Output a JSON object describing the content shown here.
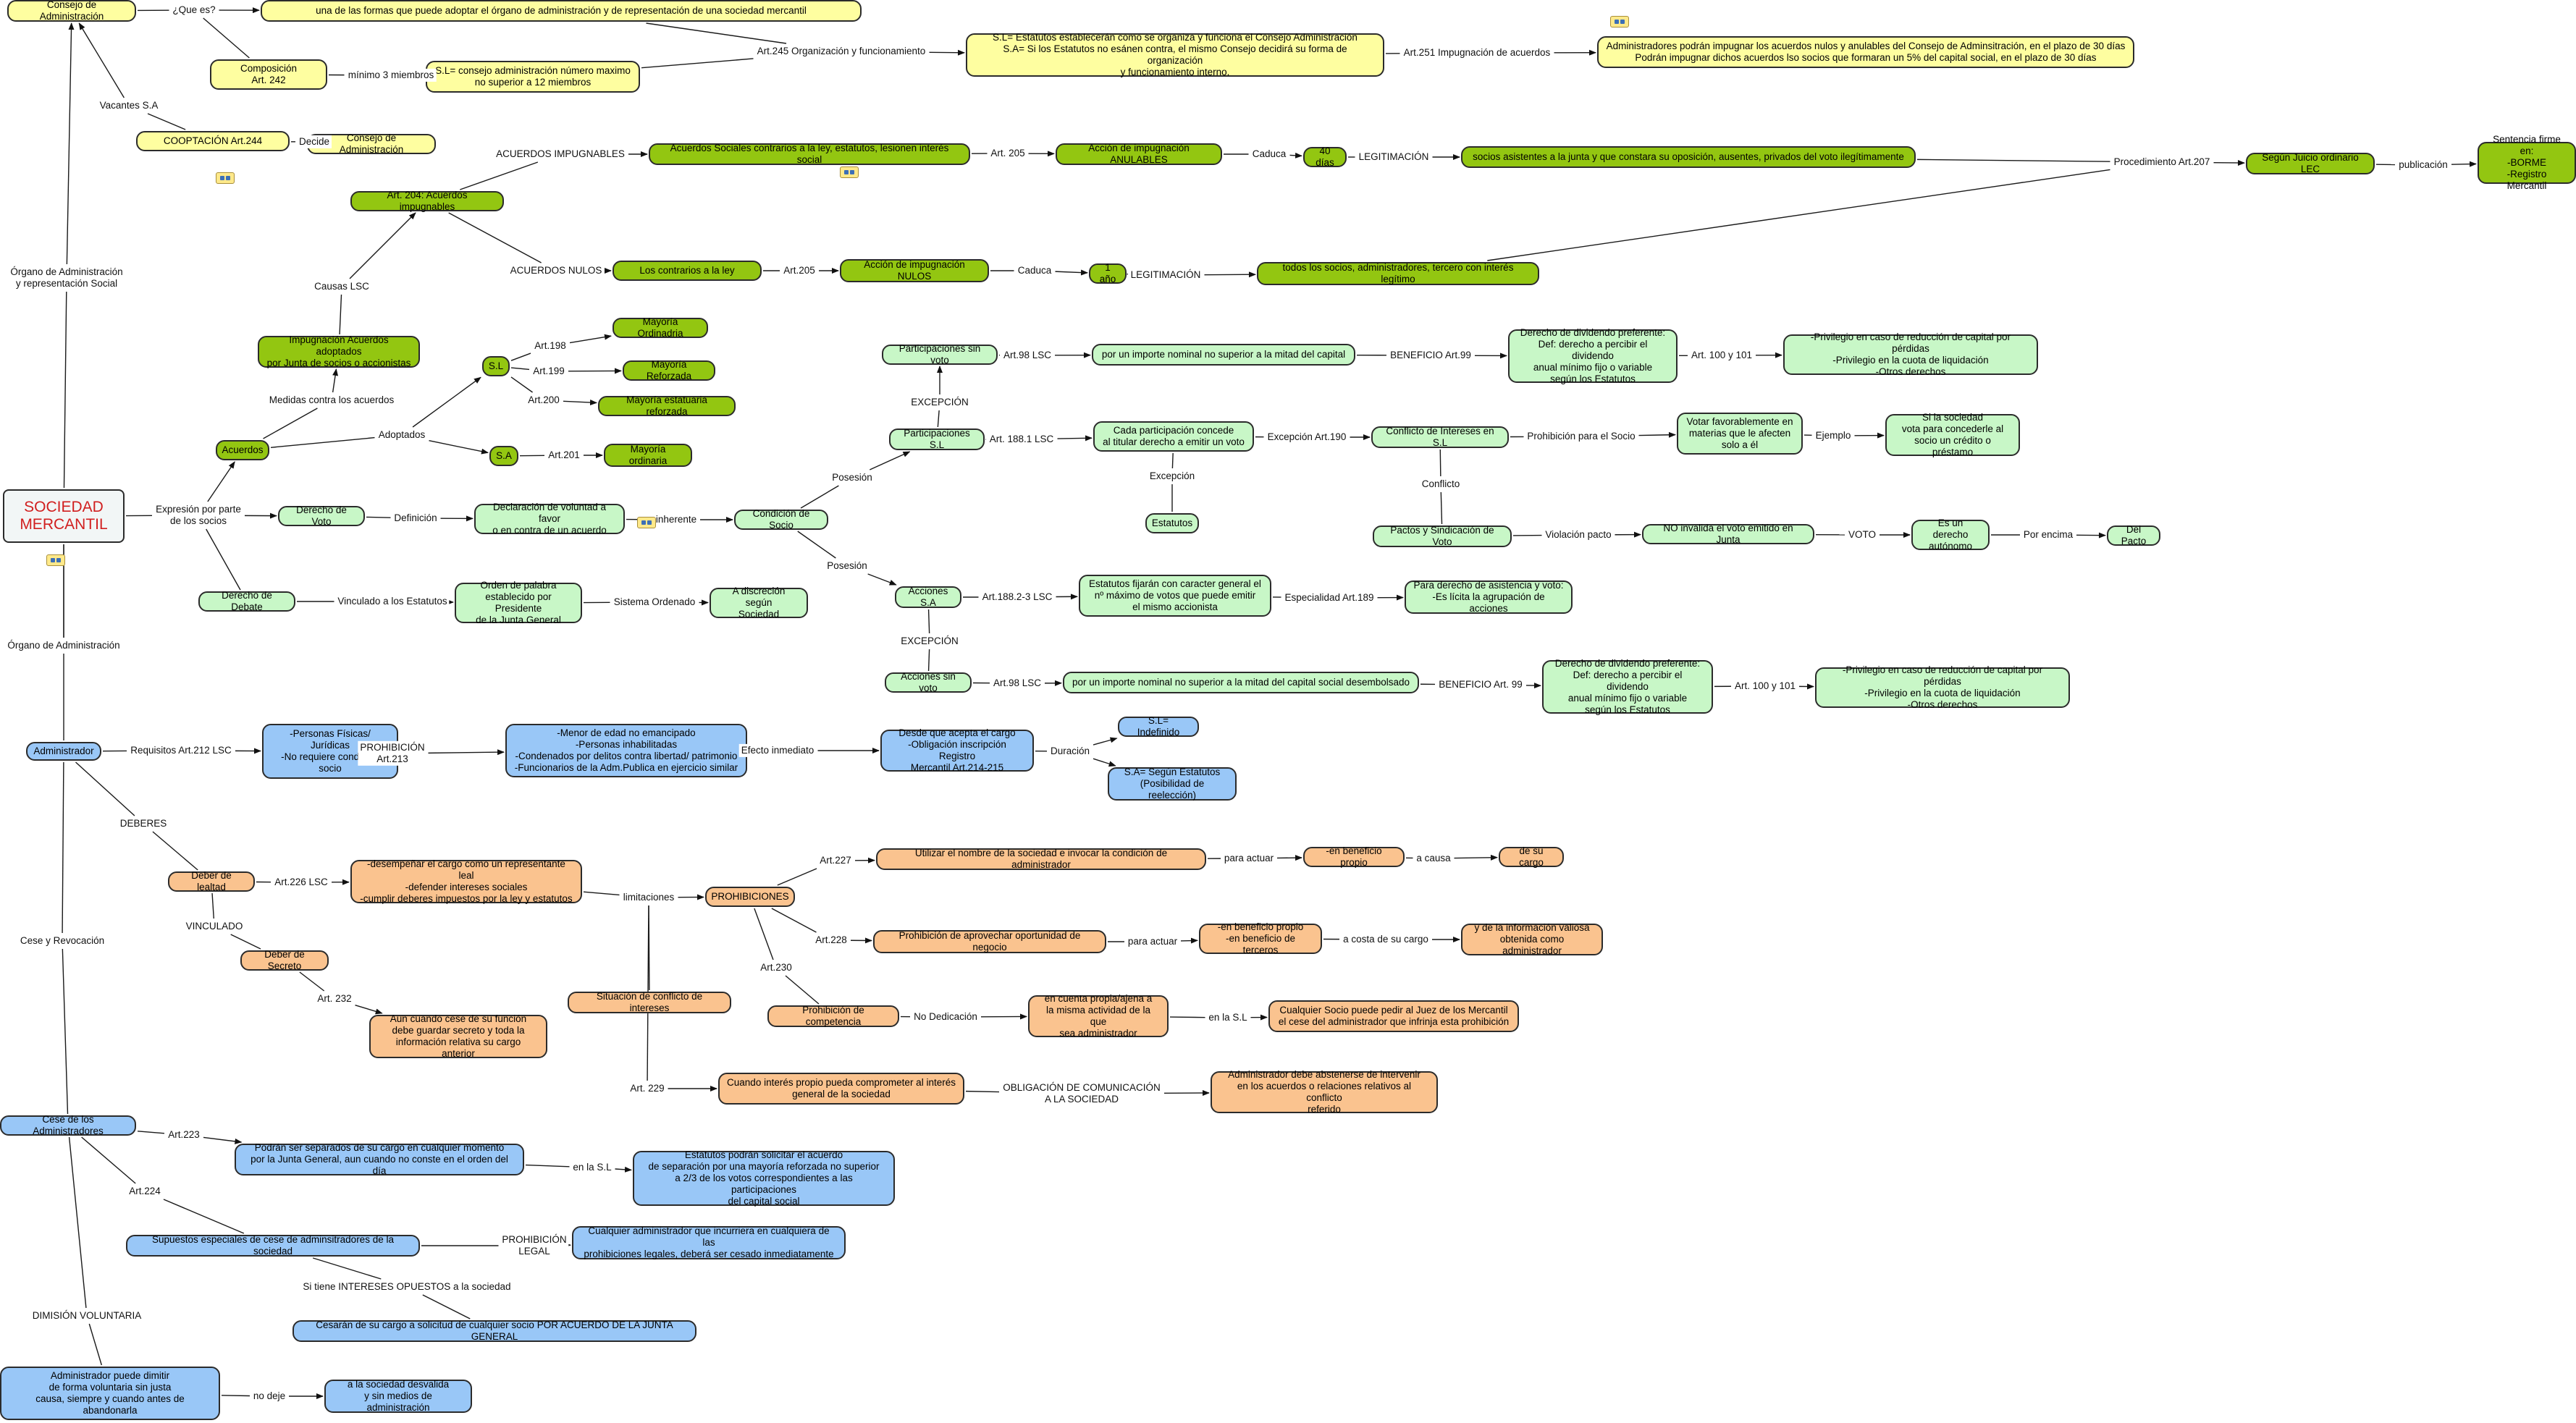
{
  "colors": {
    "yellow": "#fefea0",
    "green_dark": "#93c611",
    "green_light": "#c8f7c7",
    "blue": "#99c7f7",
    "orange": "#fac38f",
    "root_text": "#d11f1f"
  },
  "icon_name": "attachment-icon",
  "nodes": {
    "n1": "SOCIEDAD\nMERCANTIL",
    "n2": "Consejo de Administración",
    "n3": "una de las formas que puede adoptar el órgano de administración y de representación de una sociedad mercantil",
    "n4": "Composición\nArt. 242",
    "n5": "S.L= consejo administración número maximo\nno superior a 12 miembros",
    "n6": "S.L= Estatutos establecerán como se organiza y funciona el Consejo Administración\nS.A= Si los Estatutos no esánen contra, el mismo Consejo decidirá su forma de organización\ny funcionamiento interno.",
    "n7": "Administradores podrán impugnar los acuerdos nulos y anulables del Consejo de Adminsitración, en el plazo de 30 días\nPodrán impugnar dichos acuerdos lso socios que formaran un 5% del capital social, en el plazo de 30 días",
    "n8": "COOPTACIÓN Art.244",
    "n9": "Consejo de Administración",
    "n10": "Art. 204: Acuerdos impugnables",
    "n11": "Acuerdos Sociales contrarios a la ley, estatutos, lesionen interés social",
    "n12": "Acción de impugnación ANULABLES",
    "n13": "40 días",
    "n14": "socios asistentes a la junta y que constara su oposición, ausentes, privados del voto ilegítimamente",
    "n15": "Según Juicio ordinario LEC",
    "n16": "Sentencia firme en:\n-BORME\n-Registro Mercantil",
    "n17": "Los contrarios a la ley",
    "n18": "Acción de impugnación NULOS",
    "n19": "1 año",
    "n20": "todos los socios, administradores, tercero con interés legítimo",
    "n21": "Impugnación Acuerdos adoptados\npor Junta de socios o accionistas",
    "n22": "Acuerdos",
    "n23": "S.L",
    "n24": "Mayoría Ordinadria",
    "n25": "Mayoría Reforzada",
    "n26": "Mayoría estatuaria reforzada",
    "n27": "S.A",
    "n28": "Mayoría ordinaria",
    "n29": "Derecho de Voto",
    "n30": "Declaración de voluntad a favor\no en contra de un acuerdo",
    "n31": "Condición de Socio",
    "n32": "Derecho de Debate",
    "n33": "Orden de palabra\nestablecido por Presidente\nde la Junta General",
    "n34": "A discreción según\nSociedad",
    "n35": "Participaciones sin voto",
    "n36": "por un importe nominal no superior a la mitad del capital",
    "n37": "Derecho de dividendo preferente:\nDef: derecho a percibir el dividendo\nanual mínimo fijo o variable\nsegún los Estatutos",
    "n38": "-Privilegio en caso de reducción de capital por pérdidas\n-Privilegio en la cuota de liquidación\n-Otros derechos",
    "n39": "Participaciones S.L",
    "n40": "Cada participación concede\nal titular derecho a emitir un voto",
    "n41": "Conflicto de Intereses en S.L",
    "n42": "Votar favorablemente en\nmaterias que le afecten\nsolo a él",
    "n43": "Si la sociedad\nvota para concederle al\nsocio un crédito o préstamo",
    "n44": "Estatutos",
    "n45": "Pactos y Sindicación de Voto",
    "n46": "NO invalida el voto emitido en Junta",
    "n47": "Es un derecho\nautónomo",
    "n48": "Del Pacto",
    "n49": "Acciones S.A",
    "n50": "Estatutos fijarán con caracter general el\nnº máximo de votos que puede emitir\nel mismo accionista",
    "n51": "Para derecho de asistencia y voto:\n-Es lícita la agrupación de acciones",
    "n52": "Acciones sin voto",
    "n53": "por un importe nominal no superior a la mitad del capital social desembolsado",
    "n54": "Derecho de dividendo preferente:\nDef: derecho a percibir el dividendo\nanual mínimo fijo o variable\nsegún los Estatutos",
    "n55": "-Privilegio en caso de reducción de capital por pérdidas\n-Privilegio en la cuota de liquidación\n-Otros derechos",
    "n56": "Administrador",
    "n57": "-Personas Físicas/ Jurídicas\n-No requiere condición socio",
    "n58": "-Menor de edad no emancipado\n-Personas inhabilitadas\n-Condenados por delitos contra libertad/ patrimonio\n-Funcionarios de la Adm.Publica en ejercicio similar",
    "n59": "Desde que acepta el cargo\n-Obligación inscripción Registro\nMercantil Art.214-215",
    "n60": "S.L= Indefinido",
    "n61": "S.A= Según Estatutos\n(Posibilidad de reelección)",
    "n62": "Deber de lealtad",
    "n63": "-desempeñar el cargo como un representante leal\n-defender intereses sociales\n-cumplir deberes impuestos por la ley y estatutos",
    "n64": "PROHIBICIONES",
    "n65": "Utilizar el nombre de la sociedad e invocar la condición de administrador",
    "n66": "-en beneficio propio",
    "n67": "de su cargo",
    "n68": "Prohibición de aprovechar oportunidad de negocio",
    "n69": "-en beneficio propio\n-en beneficio de terceros",
    "n70": "y de la información valiosa\nobtenida como administrador",
    "n71": "Prohibición de competencia",
    "n72": "en cuenta propia/ajena a\nla misma actividad de la que\nsea administrador",
    "n73": "Cualquier Socio puede pedir al Juez de los Mercantil\nel cese del administrador que infrinja esta prohibición",
    "n74": "Deber de Secreto",
    "n75": "Aun cuando cese de su función\ndebe guardar secreto y toda la\ninformación relativa su cargo anterior",
    "n76": "Situación de conflicto de intereses",
    "n77": "Cuando interés propio pueda comprometer al interés\ngeneral de la sociedad",
    "n78": "Administrador debe abstenerse de intervenir\nen los acuerdos o relaciones relativos al conflicto\nreferido",
    "n79": "Cese de los Administradores",
    "n80": "Podrán ser separados de su cargo en cualquier momento\npor la Junta General, aun cuando no conste en el orden del día",
    "n81": "Estatutos podrán solicitar el acuerdo\nde separación por una mayoría reforzada no superior\na 2/3 de los votos correspondientes a las participaciones\ndel capital social",
    "n82": "Supuestos especiales de cese de adminsitradores de la sociedad",
    "n83": "Cualquier administrador que incurriera en cualquiera de las\nprohibiciones legales, deberá ser cesado inmediatamente",
    "n84": "Cesarán de su cargo a solicitud de cualquier socio POR ACUERDO DE LA JUNTA GENERAL",
    "n85": "Administrador puede dimitir\nde forma voluntaria sin justa\ncausa, siempre y cuando antes de abandonarla",
    "n86": "a la sociedad desvalida\ny sin medios de administración"
  },
  "labels": {
    "l1": "¿Que es?",
    "l2": "Art.245 Organización y funcionamiento",
    "l3": "mínimo 3 miembros",
    "l4": "Art.251 Impugnación de acuerdos",
    "l5": "Vacantes S.A",
    "l6": "Decide",
    "l7": "Órgano de Administración\ny representación Social",
    "l8": "ACUERDOS IMPUGNABLES",
    "l9": "Art. 205",
    "l10": "Caduca",
    "l11": "LEGITIMACIÓN",
    "l12": "Procedimiento Art.207",
    "l13": "publicación",
    "l14": "ACUERDOS NULOS",
    "l15": "Art.205",
    "l16": "Caduca",
    "l17": "LEGITIMACIÓN",
    "l18": "Causas LSC",
    "l19": "Medidas contra los acuerdos",
    "l20": "Adoptados",
    "l21": "Art.198",
    "l22": "Art.199",
    "l23": "Art.200",
    "l24": "Art.201",
    "l25": "Expresión por parte\nde los socios",
    "l26": "Definición",
    "l27": "inherente",
    "l28": "Posesión",
    "l29": "Posesión",
    "l30": "Vinculado a los Estatutos",
    "l31": "Sistema Ordenado",
    "l32": "EXCEPCIÓN",
    "l33": "Art.98 LSC",
    "l34": "BENEFICIO Art.99",
    "l35": "Art. 100 y 101",
    "l36": "Art. 188.1 LSC",
    "l37": "Excepción Art.190",
    "l38": "Prohibición para el Socio",
    "l39": "Ejemplo",
    "l40": "Excepción",
    "l41": "Conflicto",
    "l42": "Violación pacto",
    "l43": "VOTO",
    "l44": "Por encima",
    "l45": "Art.188.2-3 LSC",
    "l46": "Especialidad Art.189",
    "l47": "EXCEPCIÓN",
    "l48": "Art.98 LSC",
    "l49": "BENEFICIO Art. 99",
    "l50": "Art. 100 y 101",
    "l51": "Órgano de Administración",
    "l52": "Requisitos Art.212 LSC",
    "l53": "PROHIBICIÓN\nArt.213",
    "l54": "Efecto inmediato",
    "l55": "Duración",
    "l56": "DEBERES",
    "l57": "Art.226 LSC",
    "l58": "limitaciones",
    "l59": "Art.227",
    "l60": "para actuar",
    "l61": "a causa",
    "l62": "Art.228",
    "l63": "para actuar",
    "l64": "a costa de su cargo",
    "l65": "Art.230",
    "l66": "No Dedicación",
    "l67": "en la S.L",
    "l68": "VINCULADO",
    "l69": "Art. 232",
    "l70": "Art. 229",
    "l71": "OBLIGACIÓN DE COMUNICACIÓN\nA LA SOCIEDAD",
    "l72": "Cese y Revocación",
    "l73": "Art.223",
    "l74": "en la S.L",
    "l75": "Art.224",
    "l76": "PROHIBICIÓN\nLEGAL",
    "l77": "Si tiene INTERESES OPUESTOS a la sociedad",
    "l78": "DIMISIÓN VOLUNTARIA",
    "l79": "no deje"
  }
}
